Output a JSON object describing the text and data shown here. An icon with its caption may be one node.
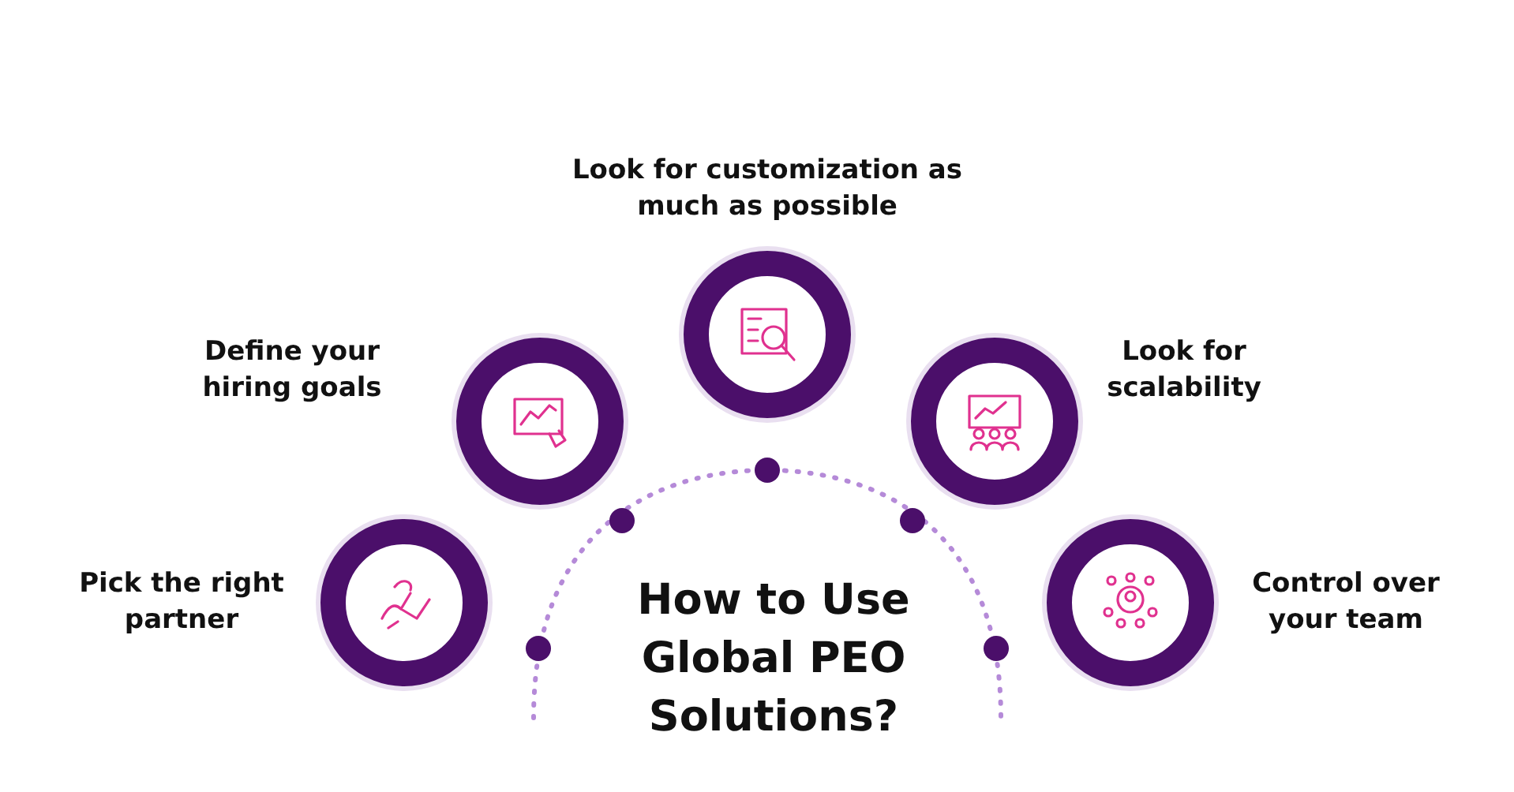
{
  "diagram": {
    "title": "How to Use Global PEO Solutions?",
    "nodes": [
      {
        "text": [
          "Pick the right partner"
        ]
      },
      {
        "text": [
          "Define your hiring goals"
        ]
      },
      {
        "text": [
          "Look for customization as much as possible"
        ]
      },
      {
        "text": [
          "Look for scalability"
        ]
      },
      {
        "text": [
          "Control over your team"
        ]
      }
    ]
  }
}
